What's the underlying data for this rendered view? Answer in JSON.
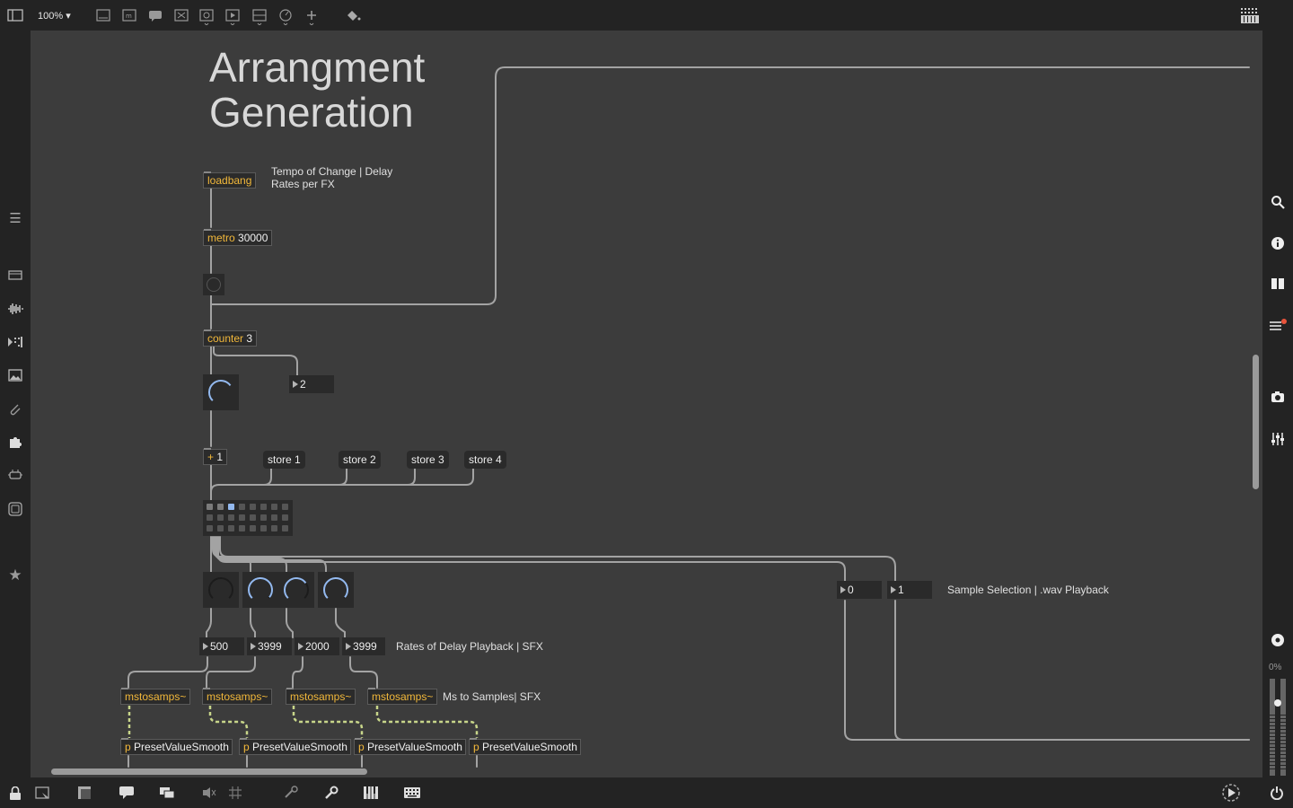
{
  "toolbar": {
    "zoom_label": "100% ▾",
    "icons": [
      "sidebar-toggle-icon",
      "presentation-icon",
      "message-icon",
      "comment-icon",
      "close-box-icon",
      "toggle-icon",
      "play-icon",
      "slider-icon",
      "dial-icon",
      "add-object-icon",
      "paint-bucket-icon",
      "keyboard-icon"
    ]
  },
  "patch": {
    "title_line1": "Arrangment",
    "title_line2": "Generation",
    "comments": {
      "tempo_line1": "Tempo of Change | Delay",
      "tempo_line2": "Rates per FX",
      "rates": "Rates of Delay Playback | SFX",
      "ms_to_samples": "Ms to Samples| SFX",
      "sample_selection": "Sample Selection | .wav Playback"
    },
    "objects": {
      "loadbang": "loadbang",
      "metro_op": "metro",
      "metro_arg": "30000",
      "counter_op": "counter",
      "counter_arg": "3",
      "plus_op": "+",
      "plus_arg": "1",
      "mstosamps": [
        "mstosamps~",
        "mstosamps~",
        "mstosamps~",
        "mstosamps~"
      ],
      "preset_op": "p",
      "preset_arg": "PresetValueSmooth"
    },
    "messages": [
      "store 1",
      "store 2",
      "store 3",
      "store 4"
    ],
    "numbers": {
      "counter_out": "2",
      "rates": [
        "500",
        "3999",
        "2000",
        "3999"
      ],
      "sample_a": "0",
      "sample_b": "1"
    },
    "preset_slots_stored": [
      1,
      2,
      3
    ],
    "preset_slot_selected": 3,
    "dial_values": [
      0.0,
      0.98,
      0.7,
      0.98
    ],
    "counter_dial_value": 0.7
  },
  "rightbar": {
    "level_label": "0%",
    "icons": [
      "search-icon",
      "info-icon",
      "book-icon",
      "list-icon",
      "camera-icon",
      "mixer-icon",
      "record-icon"
    ]
  },
  "leftbar": {
    "icons": [
      "menu-icon",
      "clipboard-icon",
      "waveform-icon",
      "sequence-icon",
      "image-icon",
      "attachment-icon",
      "puzzle-icon",
      "plug-icon",
      "layers-icon",
      "star-icon"
    ]
  },
  "bottombar": {
    "icons": [
      "lock-icon",
      "presentation-mode-icon",
      "patcher-icon",
      "chat-icon",
      "windows-icon",
      "mute-icon",
      "grid-icon",
      "debug-icon",
      "wrench-icon",
      "piano-icon",
      "keyboard-grid-icon",
      "transport-icon",
      "power-icon"
    ]
  },
  "colors": {
    "canvas": "#3c3c3c",
    "chrome": "#232323",
    "operator": "#f2b83a",
    "dial_arc": "#93b9ef",
    "patch_cord": "#a3a3a3",
    "signal_cord": "#c8d68a"
  }
}
